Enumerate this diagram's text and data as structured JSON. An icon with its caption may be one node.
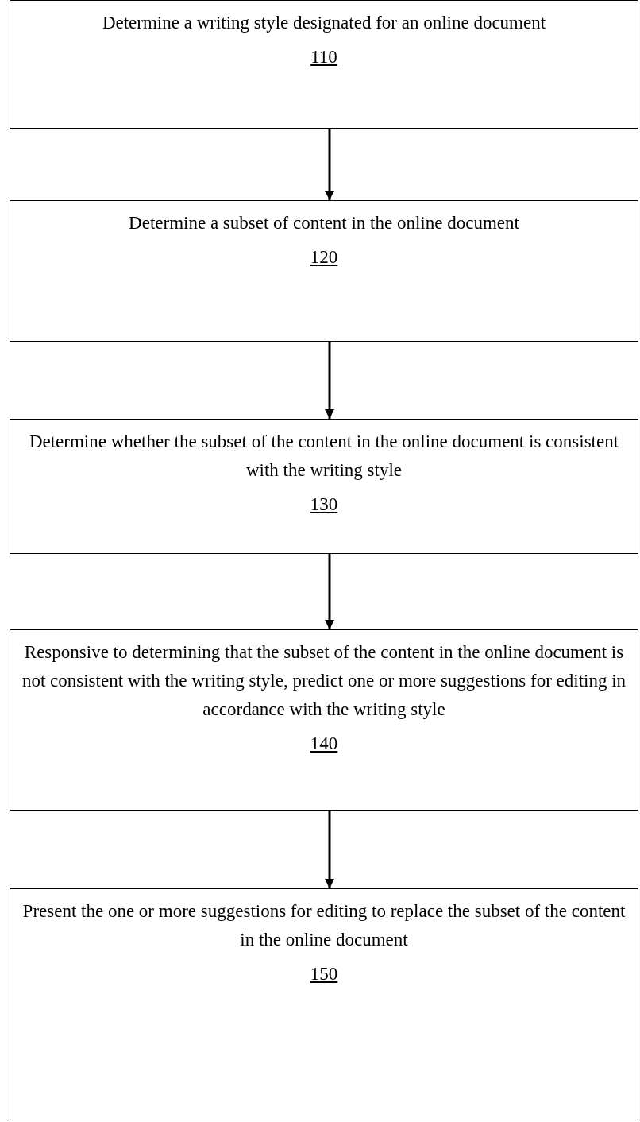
{
  "diagram": {
    "nodes": [
      {
        "text": [
          "Determine a writing style designated for an online document",
          "110"
        ]
      },
      {
        "text": [
          "Determine a subset of content in the online document",
          "120"
        ]
      },
      {
        "text": [
          "Determine whether the subset of the content in the online document is consistent with the writing style",
          "130"
        ]
      },
      {
        "text": [
          "Responsive to determining that the subset of the content in the online document is not consistent with the writing style, predict one or more suggestions for editing in accordance with the writing style",
          "140"
        ]
      },
      {
        "text": [
          "Present the one or more suggestions for editing to replace the subset of the content in the online document",
          "150"
        ]
      }
    ],
    "edges": [
      {
        "from": 0,
        "to": 1,
        "arrow": "to"
      },
      {
        "from": 1,
        "to": 2,
        "arrow": "to"
      },
      {
        "from": 2,
        "to": 3,
        "arrow": "to"
      },
      {
        "from": 3,
        "to": 4,
        "arrow": "to"
      }
    ]
  }
}
